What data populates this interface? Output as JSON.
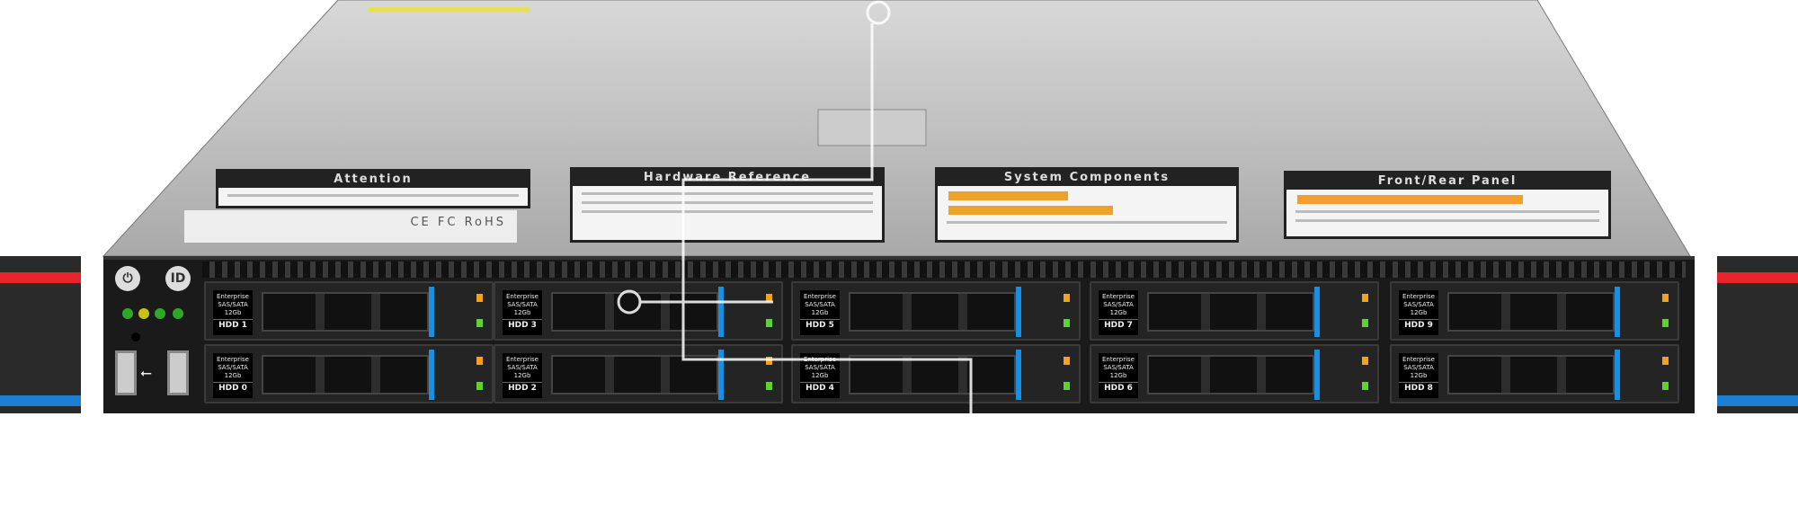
{
  "control_panel": {
    "power_icon": "power-icon",
    "id_label": "ID",
    "usb_icon": "usb-icon"
  },
  "stickers": [
    {
      "title": "Attention"
    },
    {
      "title": "Hardware Reference"
    },
    {
      "title": "System Components"
    },
    {
      "title": "Front/Rear Panel"
    }
  ],
  "compliance_label": "CE FC RoHS",
  "drive_bays": [
    {
      "line1": "Enterprise",
      "line2": "SAS/SATA",
      "line3": "12Gb",
      "name": "HDD 1"
    },
    {
      "line1": "Enterprise",
      "line2": "SAS/SATA",
      "line3": "12Gb",
      "name": "HDD 3"
    },
    {
      "line1": "Enterprise",
      "line2": "SAS/SATA",
      "line3": "12Gb",
      "name": "HDD 5"
    },
    {
      "line1": "Enterprise",
      "line2": "SAS/SATA",
      "line3": "12Gb",
      "name": "HDD 7"
    },
    {
      "line1": "Enterprise",
      "line2": "SAS/SATA",
      "line3": "12Gb",
      "name": "HDD 9"
    },
    {
      "line1": "Enterprise",
      "line2": "SAS/SATA",
      "line3": "12Gb",
      "name": "HDD 0"
    },
    {
      "line1": "Enterprise",
      "line2": "SAS/SATA",
      "line3": "12Gb",
      "name": "HDD 2"
    },
    {
      "line1": "Enterprise",
      "line2": "SAS/SATA",
      "line3": "12Gb",
      "name": "HDD 4"
    },
    {
      "line1": "Enterprise",
      "line2": "SAS/SATA",
      "line3": "12Gb",
      "name": "HDD 6"
    },
    {
      "line1": "Enterprise",
      "line2": "SAS/SATA",
      "line3": "12Gb",
      "name": "HDD 8"
    }
  ],
  "colors": {
    "ear_red": "#e8232a",
    "ear_blue": "#1c7fd0",
    "bay_stripe": "#1a8ee0",
    "led_amber": "#f2a21b",
    "led_green": "#5ed42a"
  }
}
